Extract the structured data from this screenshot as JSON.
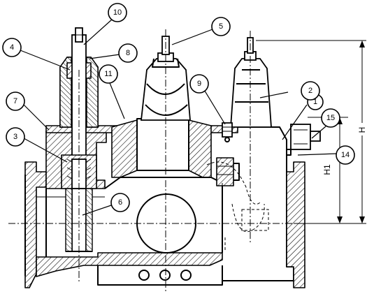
{
  "callouts": [
    {
      "id": "c1",
      "label": "1"
    },
    {
      "id": "c2",
      "label": "2"
    },
    {
      "id": "c3",
      "label": "3"
    },
    {
      "id": "c4",
      "label": "4"
    },
    {
      "id": "c5",
      "label": "5"
    },
    {
      "id": "c6",
      "label": "6"
    },
    {
      "id": "c7",
      "label": "7"
    },
    {
      "id": "c8",
      "label": "8"
    },
    {
      "id": "c9",
      "label": "9"
    },
    {
      "id": "c10",
      "label": "10"
    },
    {
      "id": "c11",
      "label": "11"
    },
    {
      "id": "c14",
      "label": "14"
    },
    {
      "id": "c15",
      "label": "15"
    }
  ],
  "dimensions": {
    "overall_height": "H",
    "partial_height": "H1"
  }
}
